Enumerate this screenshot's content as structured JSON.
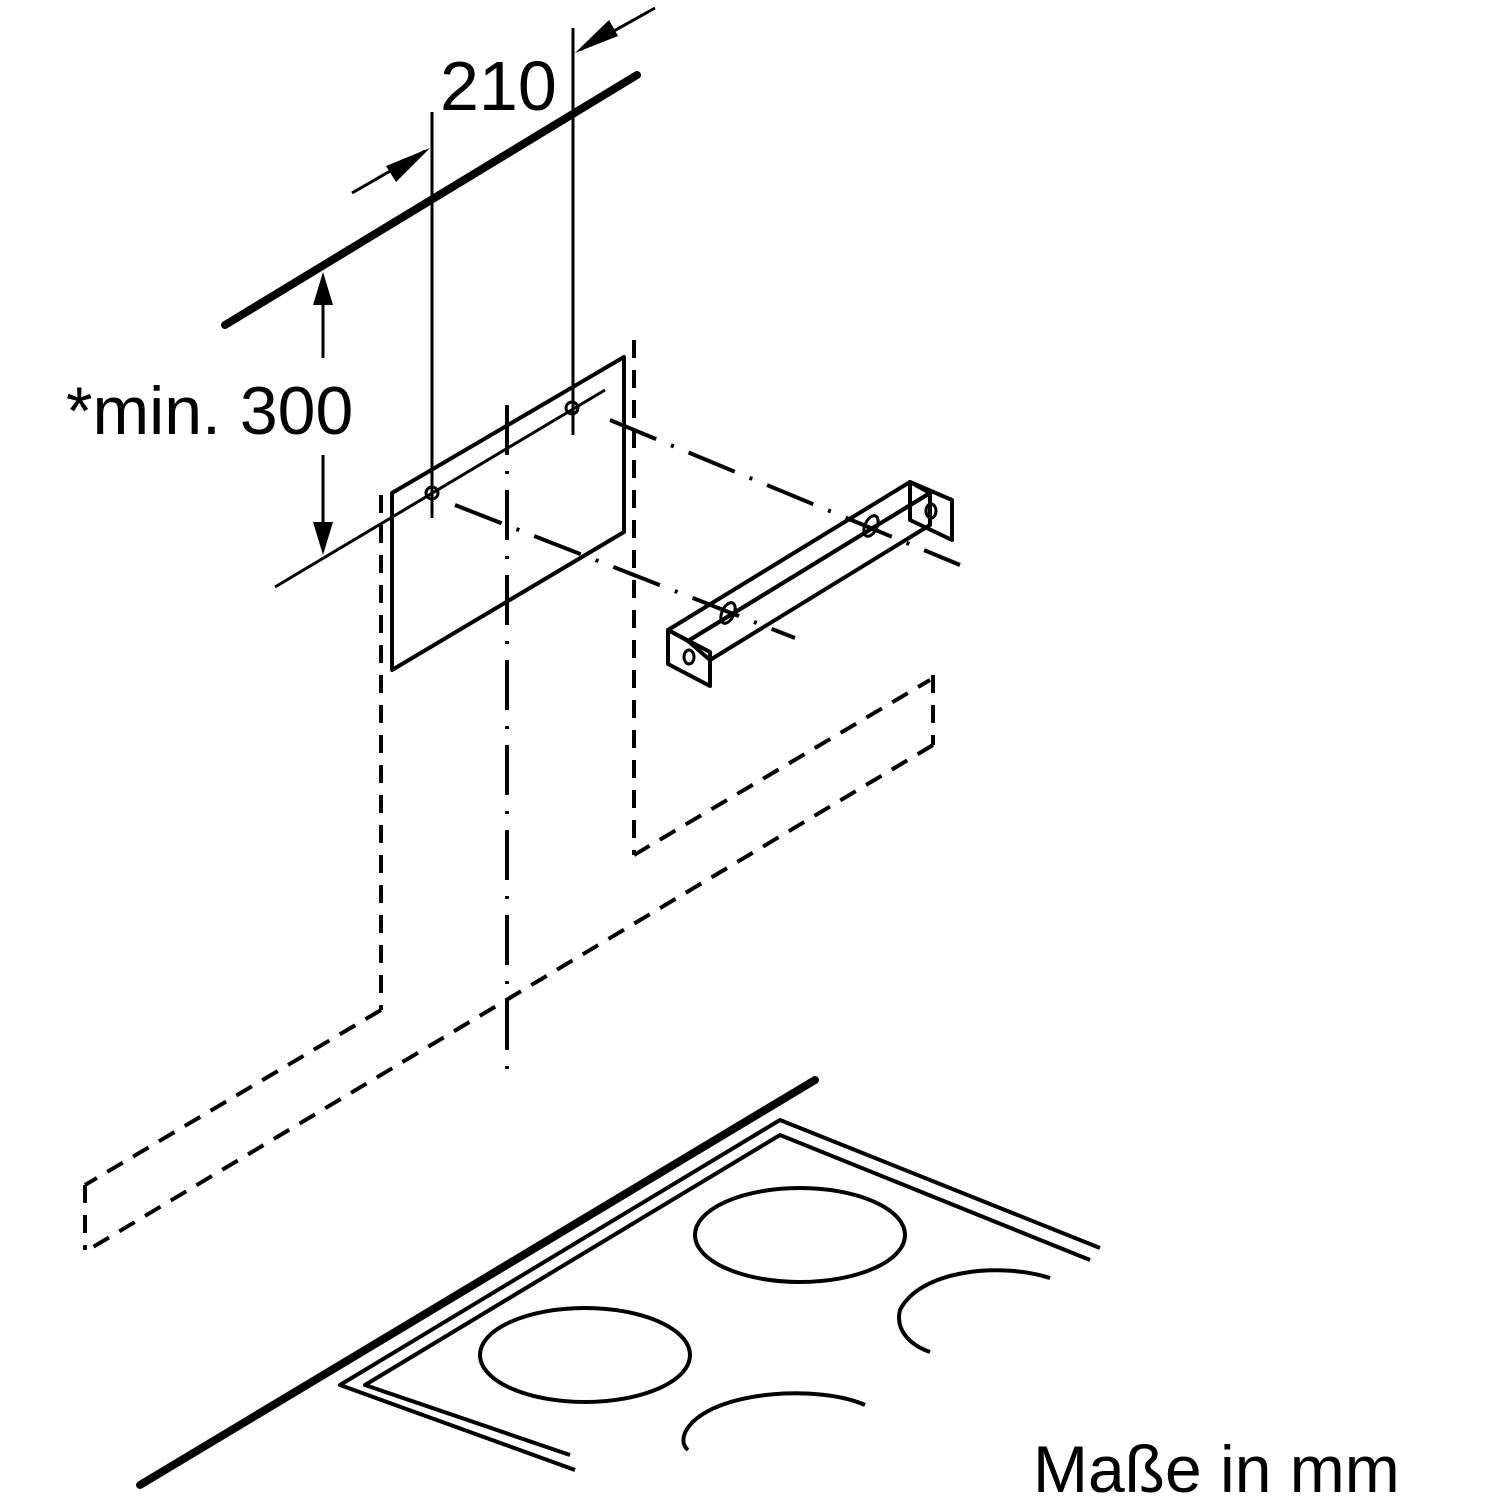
{
  "dimensions": {
    "width_label": "210",
    "height_label": "*min. 300"
  },
  "units_note": "Maße in mm"
}
